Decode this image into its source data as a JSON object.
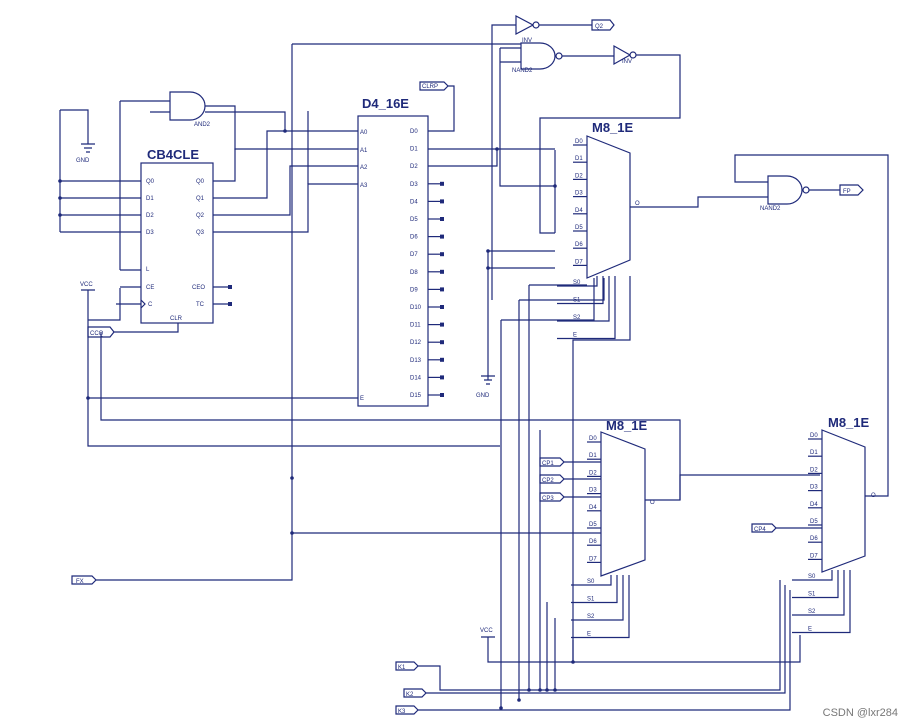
{
  "components": {
    "counter": {
      "title": "CB4CLE",
      "pins_left": [
        "Q0",
        "D1",
        "D2",
        "D3",
        "L",
        "CE",
        "C"
      ],
      "pins_right": [
        "Q0",
        "Q1",
        "Q2",
        "Q3",
        "CEO",
        "TC"
      ],
      "bottom": "CLR"
    },
    "decoder": {
      "title": "D4_16E",
      "inputs": [
        "A0",
        "A1",
        "A2",
        "A3",
        "E"
      ],
      "outputs": [
        "D0",
        "D1",
        "D2",
        "D3",
        "D4",
        "D5",
        "D6",
        "D7",
        "D8",
        "D9",
        "D10",
        "D11",
        "D12",
        "D13",
        "D14",
        "D15"
      ]
    },
    "mux1": {
      "title": "M8_1E"
    },
    "mux2": {
      "title": "M8_1E"
    },
    "mux3": {
      "title": "M8_1E"
    },
    "mux_inputs": [
      "D0",
      "D1",
      "D2",
      "D3",
      "D4",
      "D5",
      "D6",
      "D7"
    ],
    "mux_selects": [
      "S0",
      "S1",
      "S2",
      "E"
    ],
    "mux_out": "O"
  },
  "gates": {
    "and2": "AND2",
    "nand2_top": "NAND2",
    "nand2_right": "NAND2",
    "inv1": "INV",
    "inv2": "INV"
  },
  "supplies": {
    "gnd1": "GND",
    "gnd2": "GND",
    "vcc1": "VCC",
    "vcc2": "VCC"
  },
  "nets": {
    "clrp": "CLRP",
    "q2": "Q2",
    "fp": "FP",
    "ccq": "CCQ",
    "cp1": "CP1",
    "cp2": "CP2",
    "cp3": "CP3",
    "cp4": "CP4",
    "fx": "FX",
    "k1": "K1",
    "k2": "K2",
    "k3": "K3"
  },
  "watermark": "CSDN @lxr284"
}
